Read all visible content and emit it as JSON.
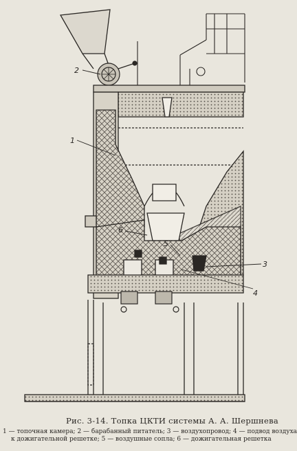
{
  "figure": {
    "callouts": [
      "1",
      "2",
      "3",
      "4",
      "5",
      "6"
    ]
  },
  "caption": {
    "title": "Рис. 3-14. Топка ЦКТИ системы А. А. Шершнева",
    "legend_line1": "1 — топочная камера; 2 — барабанный питатель; 3 — воздухопровод; 4 — подвод воздуха",
    "legend_line2": "к дожигательной решетке; 5 — воздушные сопла; 6 — дожигательная решетка"
  }
}
